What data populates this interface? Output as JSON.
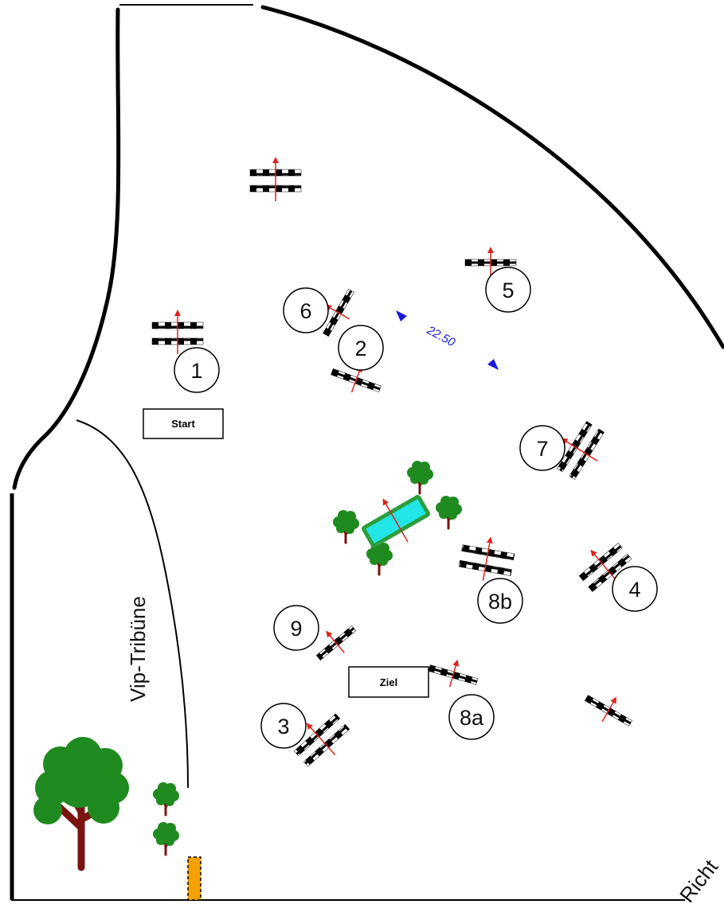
{
  "labels": {
    "start": "Start",
    "finish": "Ziel",
    "stand": "Vip-Tribüne",
    "corner": "Richt",
    "distance": "22.50"
  },
  "obstacle_numbers": [
    "1",
    "2",
    "3",
    "4",
    "5",
    "6",
    "7",
    "8a",
    "8b",
    "9"
  ],
  "colors": {
    "border": "#000000",
    "arrow": "#e0201c",
    "distance": "#1a1ad8",
    "water": "#22e5e8",
    "hedge": "#2b9e3b",
    "tree_foliage": "#1f8a1f",
    "tree_trunk": "#7a1410",
    "cart": "#f4a000"
  }
}
